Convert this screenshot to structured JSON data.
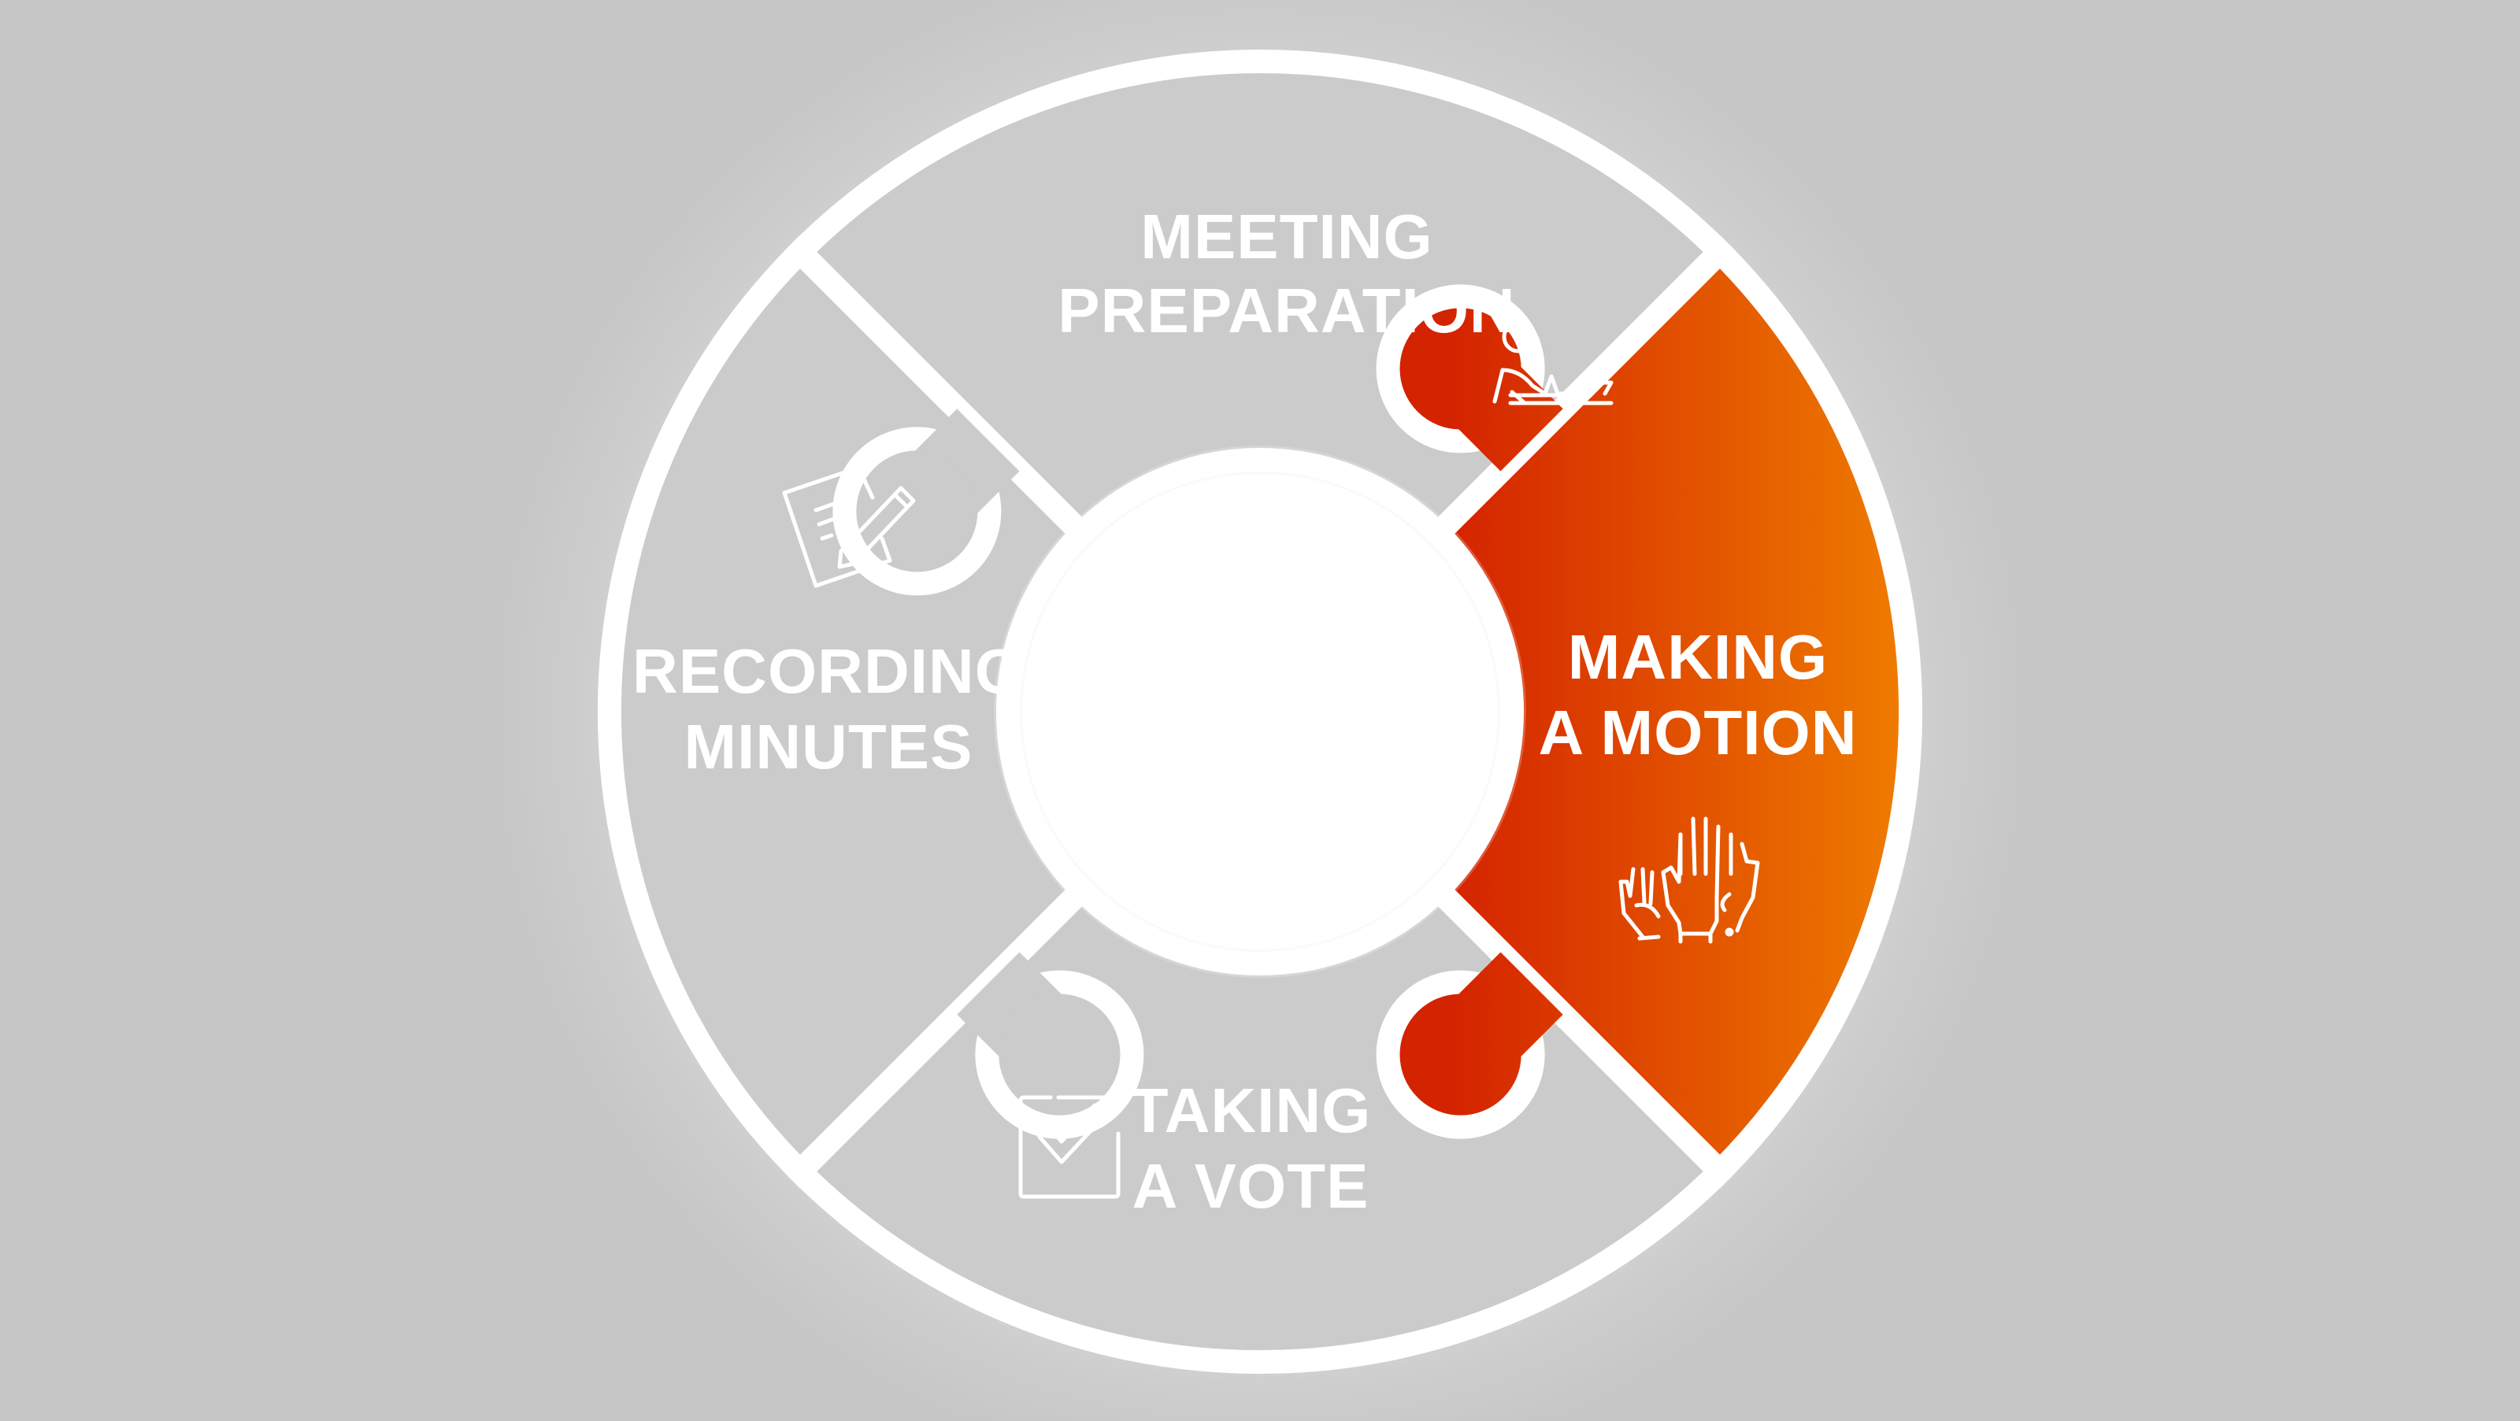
{
  "diagram": {
    "segments": [
      {
        "id": "meeting-preparation",
        "lines": [
          "MEETING",
          "PREPARATION"
        ],
        "icon": "person-at-desk-icon",
        "active": false
      },
      {
        "id": "making-a-motion",
        "lines": [
          "MAKING",
          "A MOTION"
        ],
        "icon": "raised-hands-icon",
        "active": true
      },
      {
        "id": "taking-a-vote",
        "lines": [
          "TAKING",
          "A VOTE"
        ],
        "icon": "checkbox-icon",
        "active": false
      },
      {
        "id": "recording-minutes",
        "lines": [
          "RECORDING",
          "MINUTES"
        ],
        "icon": "document-pencil-icon",
        "active": false
      }
    ]
  },
  "colors": {
    "inactive_fill": "#cbcbcb",
    "active_gradient_start": "#d42300",
    "active_gradient_end": "#ef7d00",
    "inactive_text": "#ffffff",
    "active_text": "#ffffff",
    "separator": "#ffffff",
    "inner_ring": "#e4e4e4",
    "center": "#ffffff"
  }
}
